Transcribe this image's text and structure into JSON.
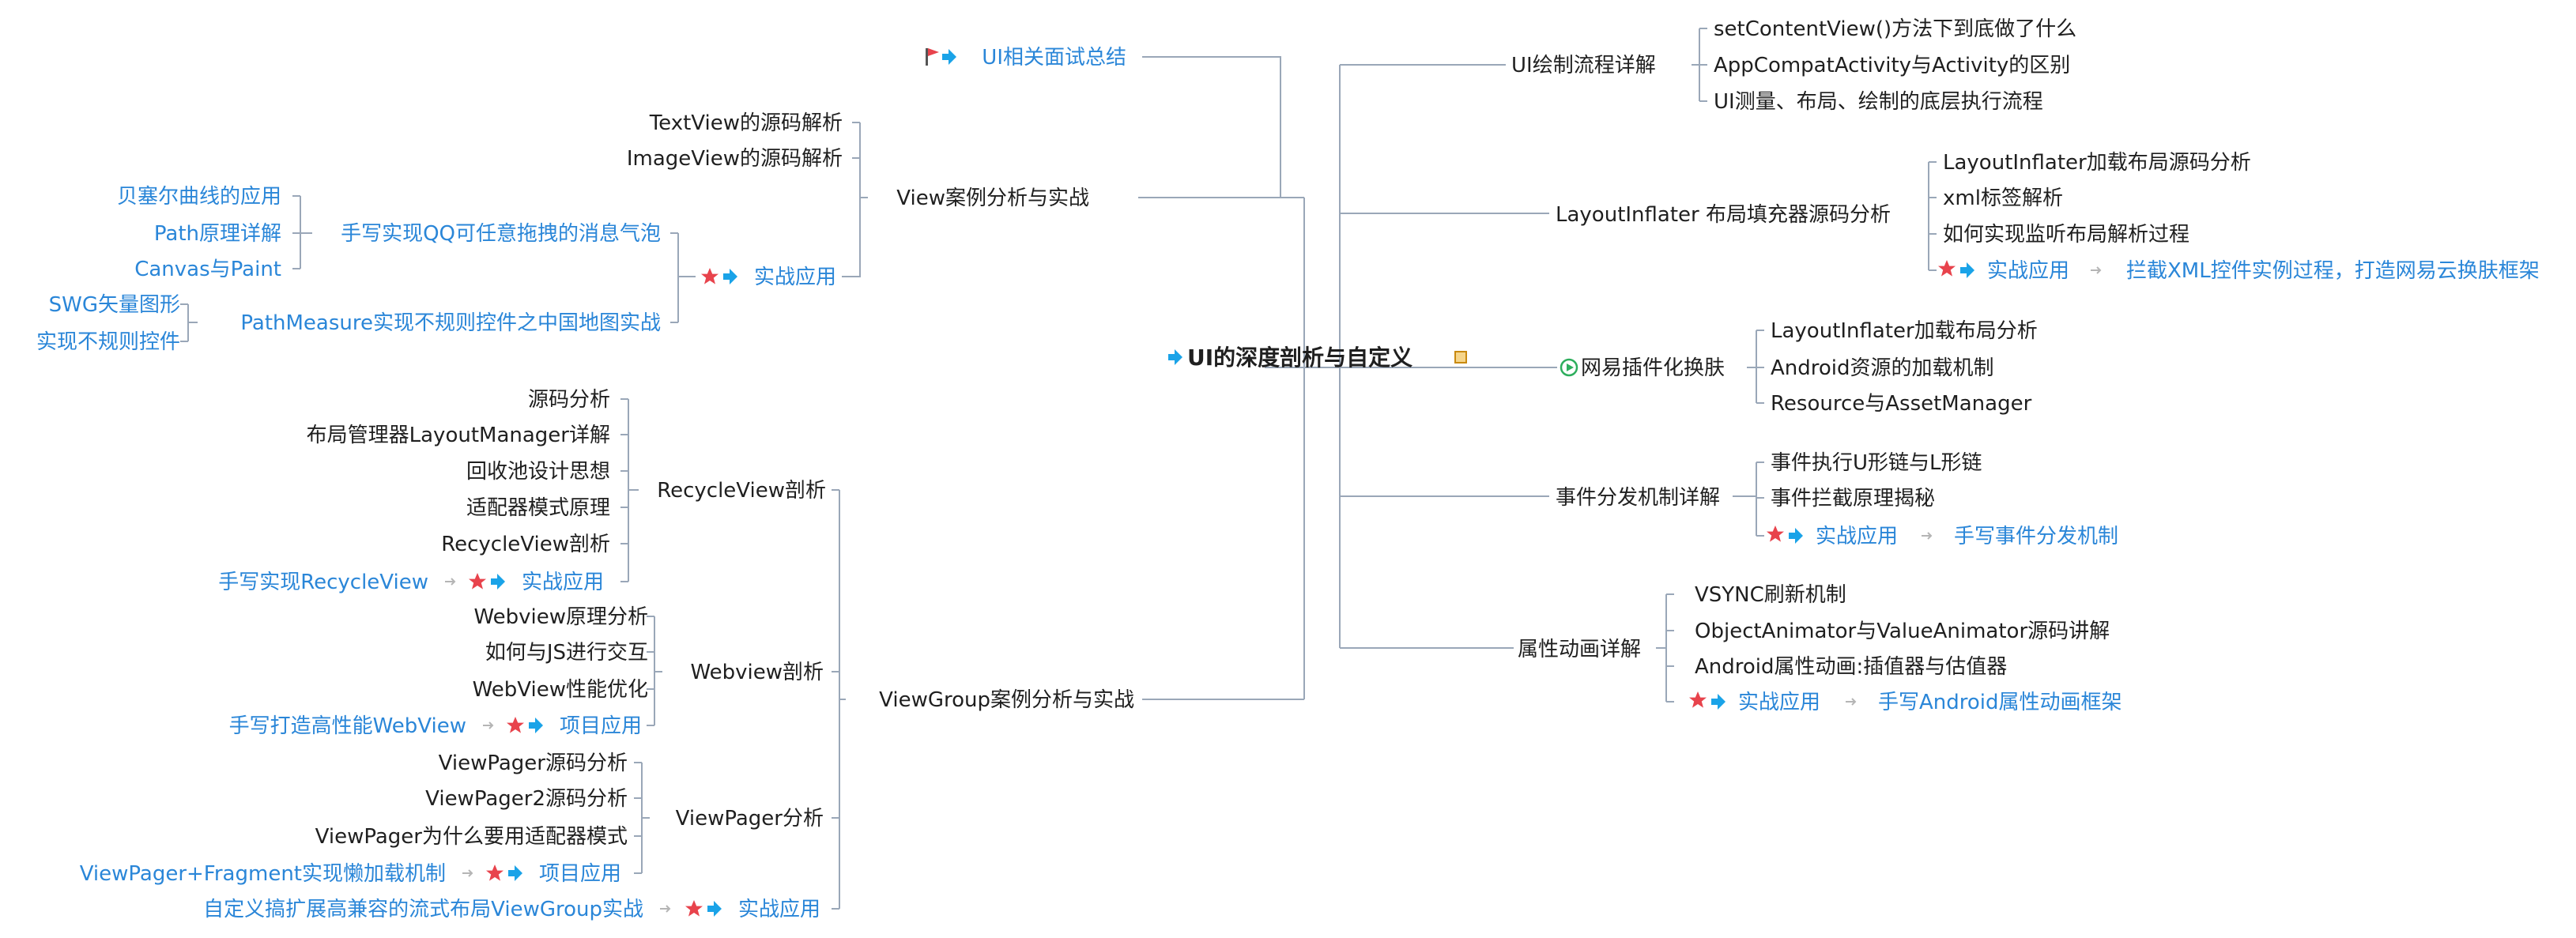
{
  "colors": {
    "black_text": "#1f1f1f",
    "blue_text": "#2a86d8",
    "line": "#9aa7b8",
    "arrow": "#1aa3e8",
    "star": "#e8434c",
    "flag": "#e8434c",
    "play": "#2eae5d",
    "note": "#e0a030"
  },
  "icons": {
    "arrow": "right-arrow-icon",
    "star": "star-icon",
    "flag": "flag-icon",
    "play": "play-circle-icon",
    "note": "note-icon",
    "connector": "connector-arrow-icon"
  },
  "root": {
    "label": "UI的深度剖析与自定义"
  },
  "right": {
    "ui_draw": {
      "label": "UI绘制流程详解",
      "items": [
        "setContentView()方法下到底做了什么",
        "AppCompatActivity与Activity的区别",
        "UI测量、布局、绘制的底层执行流程"
      ]
    },
    "inflater": {
      "label": "LayoutInflater 布局填充器源码分析",
      "items": [
        "LayoutInflater加载布局源码分析",
        "xml标签解析",
        "如何实现监听布局解析过程"
      ],
      "practice": "实战应用",
      "practice_leaf": "拦截XML控件实例过程，打造网易云换肤框架"
    },
    "skin": {
      "label": "网易插件化换肤",
      "items": [
        "LayoutInflater加载布局分析",
        "Android资源的加载机制",
        "Resource与AssetManager"
      ]
    },
    "event": {
      "label": "事件分发机制详解",
      "items": [
        "事件执行U形链与L形链",
        "事件拦截原理揭秘"
      ],
      "practice": "实战应用",
      "practice_leaf": "手写事件分发机制"
    },
    "anim": {
      "label": "属性动画详解",
      "items": [
        "VSYNC刷新机制",
        "ObjectAnimator与ValueAnimator源码讲解",
        "Android属性动画:插值器与估值器"
      ],
      "practice": "实战应用",
      "practice_leaf": "手写Android属性动画框架"
    }
  },
  "left": {
    "summary": {
      "label": "UI相关面试总结"
    },
    "view": {
      "label": "View案例分析与实战",
      "items": [
        "TextView的源码解析",
        "ImageView的源码解析"
      ],
      "practice": "实战应用",
      "qq": "手写实现QQ可任意拖拽的消息气泡",
      "qq_items": [
        "贝塞尔曲线的应用",
        "Path原理详解",
        "Canvas与Paint"
      ],
      "map": "PathMeasure实现不规则控件之中国地图实战",
      "map_items": [
        "SWG矢量图形",
        "实现不规则控件"
      ]
    },
    "viewgroup": {
      "label": "ViewGroup案例分析与实战",
      "recycle": {
        "label": "RecycleView剖析",
        "items": [
          "源码分析",
          "布局管理器LayoutManager详解",
          "回收池设计思想",
          "适配器模式原理",
          "RecycleView剖析"
        ],
        "practice": "实战应用",
        "practice_leaf": "手写实现RecycleView"
      },
      "webview": {
        "label": "Webview剖析",
        "items": [
          "Webview原理分析",
          "如何与JS进行交互",
          "WebView性能优化"
        ],
        "practice": "项目应用",
        "practice_leaf": "手写打造高性能WebView"
      },
      "viewpager": {
        "label": "ViewPager分析",
        "items": [
          "ViewPager源码分析",
          "ViewPager2源码分析",
          "ViewPager为什么要用适配器模式"
        ],
        "practice": "项目应用",
        "practice_leaf": "ViewPager+Fragment实现懒加载机制"
      },
      "custom": {
        "practice": "实战应用",
        "practice_leaf": "自定义搞扩展高兼容的流式布局ViewGroup实战"
      }
    }
  }
}
